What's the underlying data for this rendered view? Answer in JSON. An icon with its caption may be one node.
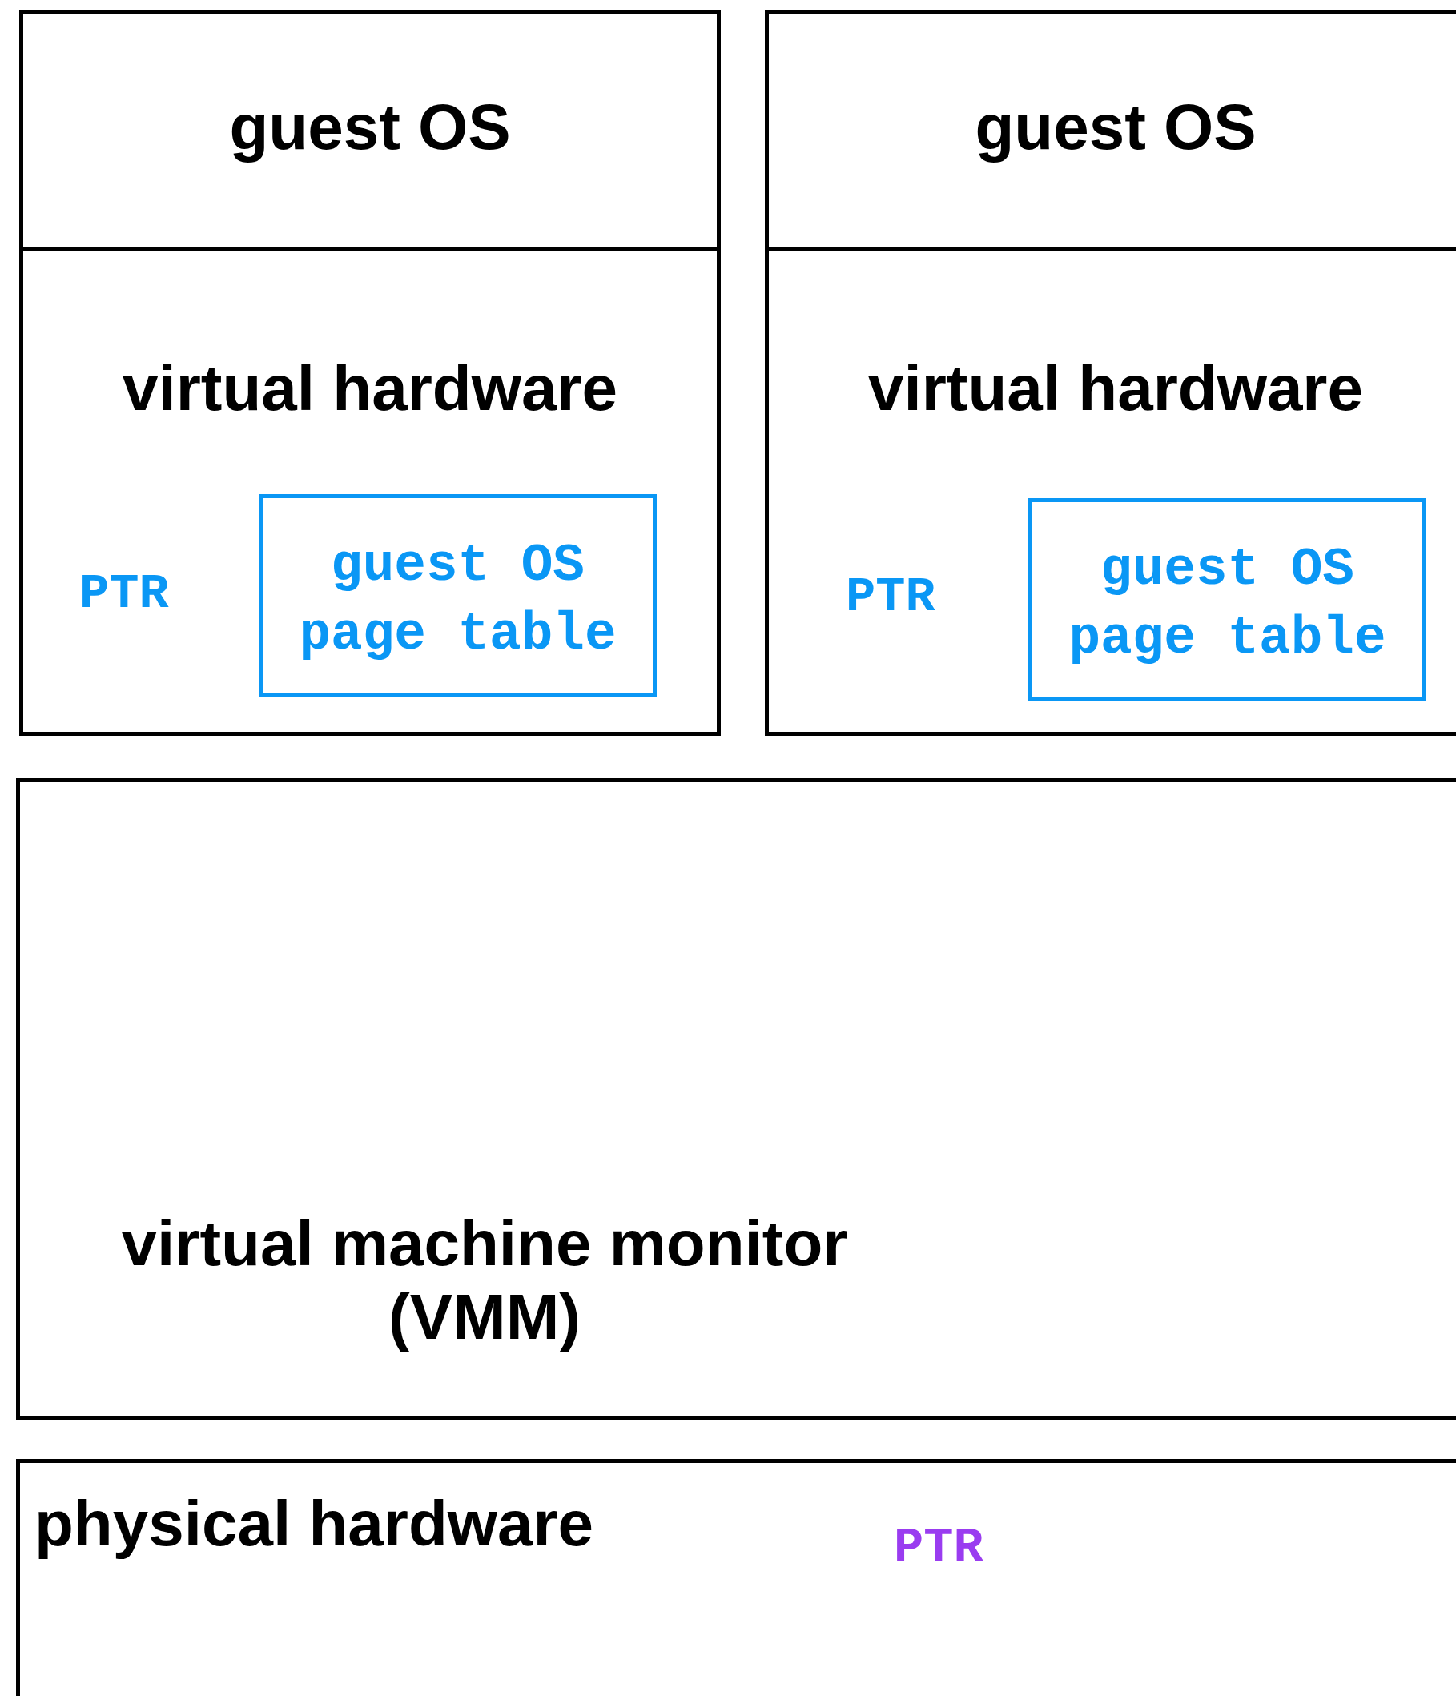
{
  "diagram": {
    "nodes": [
      {
        "text": [
          "guest OS"
        ]
      },
      {
        "text": [
          "virtual hardware"
        ]
      },
      {
        "text": [
          "guest OS page table"
        ],
        "in": 1
      },
      {
        "text": [
          "guest OS"
        ]
      },
      {
        "text": [
          "virtual hardware"
        ]
      },
      {
        "text": [
          "guest OS page table"
        ],
        "in": 4
      },
      {
        "text": [
          "virtual machine monitor (VMM)"
        ]
      },
      {
        "text": [
          "physical hardware"
        ]
      }
    ],
    "labels": [
      "PTR",
      "PTR",
      "PTR"
    ]
  }
}
